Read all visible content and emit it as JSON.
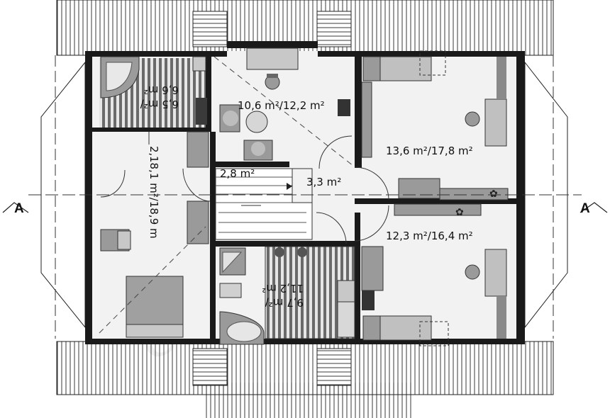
{
  "plan": {
    "section_left": "A",
    "section_right": "A",
    "rooms": [
      {
        "id": "bath-top-left",
        "label_line1": "6,5 m²/",
        "label_line2": "6,6 m²"
      },
      {
        "id": "office",
        "label": "10,6 m²/12,2 m²"
      },
      {
        "id": "bedroom-top-right",
        "label": "13,6 m²/17,8 m²"
      },
      {
        "id": "master-bedroom",
        "label_line1": "2,",
        "label_line2": "18,1 m²/18,9 m"
      },
      {
        "id": "stair",
        "label": "2,8 m²"
      },
      {
        "id": "hall",
        "label": "3,3 m²"
      },
      {
        "id": "bedroom-bottom-right",
        "label": "12,3 m²/16,4 m²"
      },
      {
        "id": "bath-center",
        "label_line1": "9,7 m²/",
        "label_line2": "11,2 m²"
      }
    ],
    "watermark": "extradom"
  },
  "colors": {
    "wall": "#1a1a1a",
    "floor": "#f2f2f2",
    "roof_line": "#222222",
    "tile_dark": "#555555",
    "furniture": "#bdbdbd",
    "furniture_dark": "#8a8a8a"
  }
}
